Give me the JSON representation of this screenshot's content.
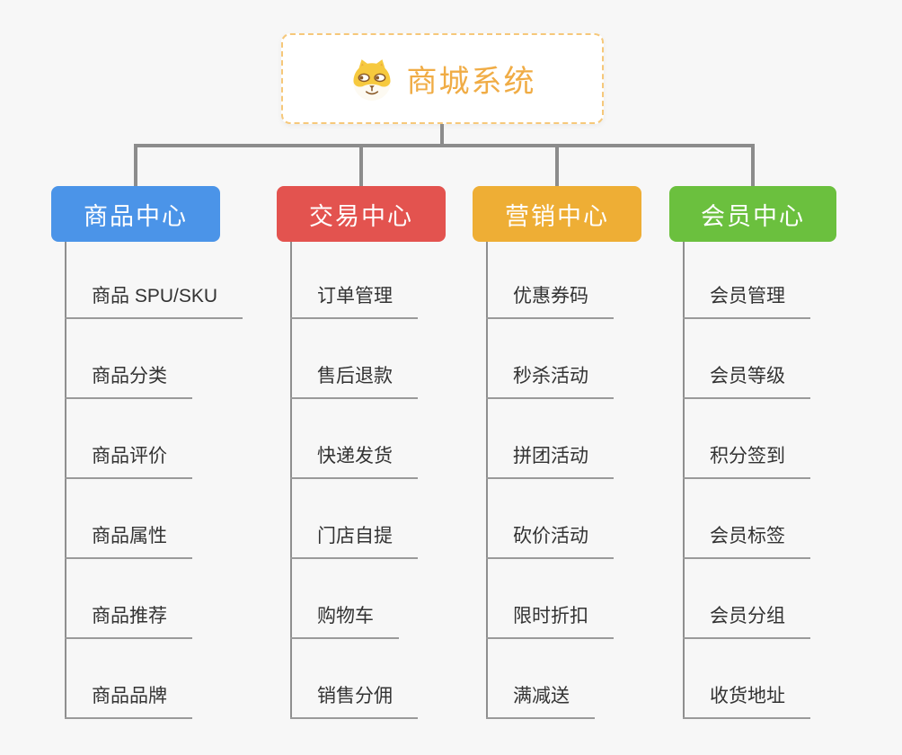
{
  "root": {
    "title": "商城系统",
    "icon": "dog-face-icon"
  },
  "branches": [
    {
      "label": "商品中心",
      "color": "#4b94e8",
      "children": [
        "商品 SPU/SKU",
        "商品分类",
        "商品评价",
        "商品属性",
        "商品推荐",
        "商品品牌"
      ]
    },
    {
      "label": "交易中心",
      "color": "#e3534f",
      "children": [
        "订单管理",
        "售后退款",
        "快递发货",
        "门店自提",
        "购物车",
        "销售分佣"
      ]
    },
    {
      "label": "营销中心",
      "color": "#eeae35",
      "children": [
        "优惠券码",
        "秒杀活动",
        "拼团活动",
        "砍价活动",
        "限时折扣",
        "满减送"
      ]
    },
    {
      "label": "会员中心",
      "color": "#6bc03e",
      "children": [
        "会员管理",
        "会员等级",
        "积分签到",
        "会员标签",
        "会员分组",
        "收货地址"
      ]
    }
  ],
  "colors": {
    "background": "#f7f7f7",
    "connector": "#8c8c8c",
    "child_line": "#9a9a9a",
    "child_text": "#333333",
    "root_text": "#f0ac45",
    "root_border": "#f6c87a",
    "branch_blue": "#4b94e8",
    "branch_red": "#e3534f",
    "branch_orange": "#eeae35",
    "branch_green": "#6bc03e"
  }
}
